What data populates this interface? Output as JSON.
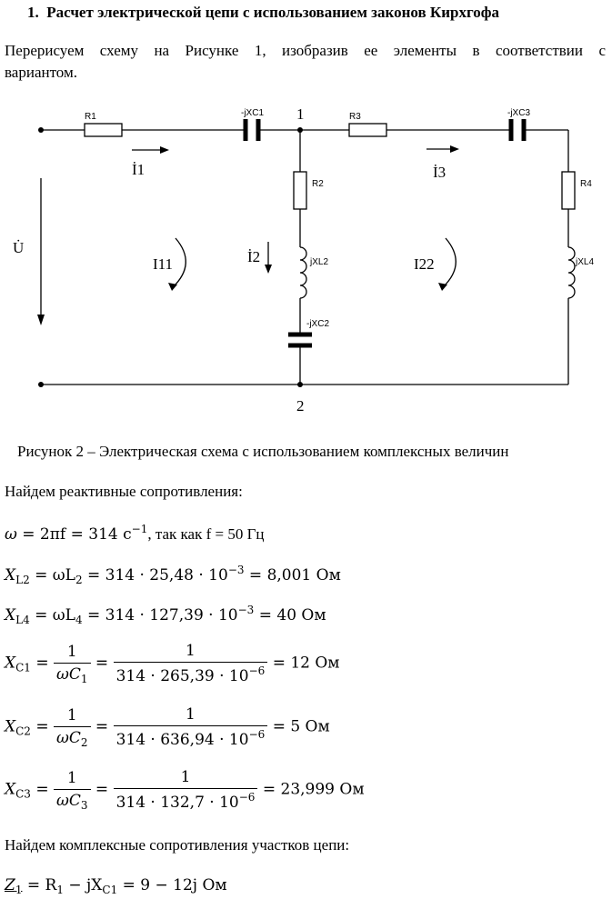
{
  "heading": {
    "number": "1.",
    "title": "Расчет электрической цепи с использованием законов Кирхгофа"
  },
  "intro": {
    "line1": "Перерисуем схему на Рисунке 1, изобразив ее элементы в соответствии с",
    "line2": "вариантом."
  },
  "circuit": {
    "labels": {
      "R1": "R1",
      "jXC1": "-jXC1",
      "node1": "1",
      "R3": "R3",
      "jXC3": "-jXC3",
      "R2": "R2",
      "R4": "R4",
      "jXL2": "jXL2",
      "jXL4": "jXL4",
      "jXC2": "-jXC2",
      "node2": "2",
      "I1": "İ1",
      "I2": "İ2",
      "I3": "İ3",
      "U": "U̇",
      "loop1": "I11",
      "loop2": "I22"
    }
  },
  "caption": "Рисунок 2 – Электрическая схема с использованием комплексных величин",
  "reactance_heading": "Найдем реактивные сопротивления:",
  "omega": {
    "lhs": "ω",
    "eq": "= 2πf = 314 с",
    "exp": "−1",
    "tail": ", так как f = 50 Гц"
  },
  "xl2": {
    "sym": "X",
    "sub": "L2",
    "rest": "= ωL",
    "rsub": "2",
    "val": "= 314 · 25,48 · 10",
    "exp": "−3",
    "res": "= 8,001 Ом"
  },
  "xl4": {
    "sym": "X",
    "sub": "L4",
    "rest": "= ωL",
    "rsub": "4",
    "val": "= 314 · 127,39 · 10",
    "exp": "−3",
    "res": "= 40 Ом"
  },
  "xc1": {
    "sym": "X",
    "sub": "C1",
    "one": "1",
    "den": "ωC",
    "dsub": "1",
    "num2": "1",
    "den2": "314 · 265,39 · 10",
    "exp": "−6",
    "res": "= 12 Ом"
  },
  "xc2": {
    "sym": "X",
    "sub": "C2",
    "one": "1",
    "den": "ωC",
    "dsub": "2",
    "num2": "1",
    "den2": "314 · 636,94 · 10",
    "exp": "−6",
    "res": "= 5 Ом"
  },
  "xc3": {
    "sym": "X",
    "sub": "C3",
    "one": "1",
    "den": "ωC",
    "dsub": "3",
    "num2": "1",
    "den2": "314 · 132,7 · 10",
    "exp": "−6",
    "res": "= 23,999 Ом"
  },
  "complex_heading": "Найдем комплексные сопротивления участков цепи:",
  "z1": {
    "sym": "Z",
    "sub": "1",
    "rest": "= R",
    "rsub": "1",
    "mid": " − jX",
    "msub": "C1",
    "res": "= 9 − 12j Ом"
  }
}
